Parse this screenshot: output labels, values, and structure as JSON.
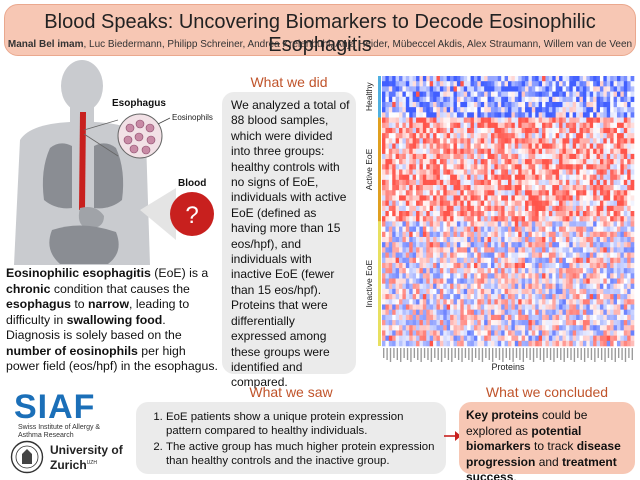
{
  "header": {
    "title": "Blood Speaks: Uncovering Biomarkers to Decode Eosinophilic Esophagitis",
    "lead_author": "Manal Bel imam",
    "other_authors": ", Luc Biedermann, Philipp Schreiner, Andrea Kreienbühl, Anja Heider, Mübeccel Akdis, Alex Straumann, Willem van de Veen"
  },
  "illustration": {
    "esophagus_label": "Esophagus",
    "eosinophils_label": "Eosinophils",
    "blood_label": "Blood",
    "question_mark": "?"
  },
  "intro": {
    "p1": "Eosinophilic esophagitis",
    "p2": " (EoE) is a ",
    "p3": "chronic",
    "p4": " condition that causes the ",
    "p5": "esophagus",
    "p6": " to ",
    "p7": "narrow",
    "p8": ", leading to difficulty in ",
    "p9": "swallowing food",
    "p10": ". Diagnosis is solely based on the ",
    "p11": "number of eosinophils",
    "p12": " per high power field (eos/hpf) in the esophagus."
  },
  "what_we_did": {
    "heading": "What we did",
    "text": "We analyzed a total of 88 blood samples, which were divided into three groups: healthy controls with no signs of EoE, individuals with active EoE (defined as having more than 15 eos/hpf), and individuals with inactive EoE (fewer than 15 eos/hpf). Proteins that were differentially expressed among these groups were identified and compared."
  },
  "heatmap": {
    "group_labels": [
      "Healthy",
      "Active EoE",
      "Inactive EoE"
    ],
    "group_colors": [
      "#4fb0e0",
      "#e0a020",
      "#e8e060"
    ],
    "xlabel": "Proteins",
    "rows": 52,
    "cols": 74,
    "group_rows": [
      8,
      20,
      24
    ]
  },
  "what_we_saw": {
    "heading": "What we saw",
    "items": [
      "EoE patients show a unique protein expression pattern compared to healthy individuals.",
      "The active group has much higher protein expression than healthy controls and the inactive group."
    ]
  },
  "what_we_concluded": {
    "heading": "What we concluded",
    "c1": "Key proteins",
    "c2": " could be explored as ",
    "c3": "potential biomarkers",
    "c4": " to track ",
    "c5": "disease progression",
    "c6": " and ",
    "c7": "treatment success",
    "c8": "."
  },
  "logos": {
    "siaf": "SIAF",
    "siaf_sub_1": "Swiss Institute of Allergy &",
    "siaf_sub_2": "Asthma Research",
    "uzh_1": "University of",
    "uzh_2": "Zurich",
    "uzh_sup": "UZH"
  },
  "colors": {
    "accent": "#c0542b",
    "banner": "#f7c7b4",
    "box_gray": "#ebebeb",
    "siaf_blue": "#1b6fb8",
    "blood_red": "#c8201e"
  }
}
